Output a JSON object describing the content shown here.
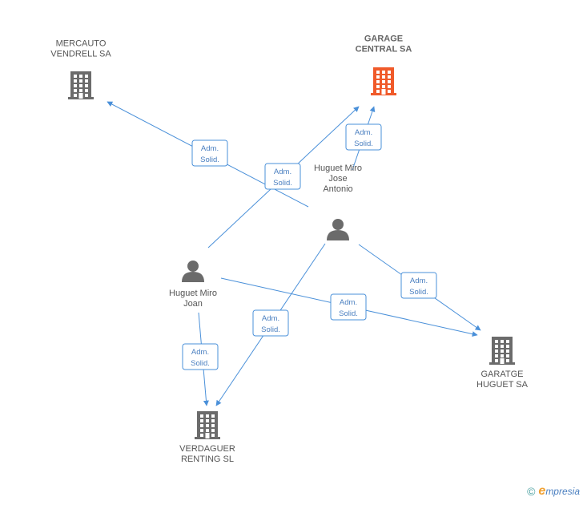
{
  "colors": {
    "edge": "#4a90d9",
    "company_default": "#6b6b6b",
    "company_highlight": "#f05a2a",
    "person": "#6b6b6b"
  },
  "companies": [
    {
      "id": "mercauto",
      "lines": [
        "MERCAUTO",
        "VENDRELL SA"
      ],
      "highlight": false,
      "icon": "building-icon"
    },
    {
      "id": "garage_central",
      "lines": [
        "GARAGE",
        "CENTRAL SA"
      ],
      "highlight": true,
      "icon": "building-icon"
    },
    {
      "id": "garatge_huguet",
      "lines": [
        "GARATGE",
        "HUGUET SA"
      ],
      "highlight": false,
      "icon": "building-icon"
    },
    {
      "id": "verdaguer",
      "lines": [
        "VERDAGUER",
        "RENTING SL"
      ],
      "highlight": false,
      "icon": "building-icon"
    }
  ],
  "persons": [
    {
      "id": "jose_antonio",
      "lines": [
        "Huguet Miro",
        "Jose",
        "Antonio"
      ],
      "icon": "person-icon"
    },
    {
      "id": "joan",
      "lines": [
        "Huguet Miro",
        "Joan"
      ],
      "icon": "person-icon"
    }
  ],
  "edges": [
    {
      "from": "jose_antonio",
      "to": "mercauto",
      "label": [
        "Adm.",
        "Solid."
      ]
    },
    {
      "from": "joan",
      "to": "garage_central",
      "label": [
        "Adm.",
        "Solid."
      ]
    },
    {
      "from": "jose_antonio",
      "to": "garage_central",
      "label": [
        "Adm.",
        "Solid."
      ]
    },
    {
      "from": "jose_antonio",
      "to": "garatge_huguet",
      "label": [
        "Adm.",
        "Solid."
      ]
    },
    {
      "from": "joan",
      "to": "garatge_huguet",
      "label": [
        "Adm.",
        "Solid."
      ]
    },
    {
      "from": "jose_antonio",
      "to": "verdaguer",
      "label": [
        "Adm.",
        "Solid."
      ]
    },
    {
      "from": "joan",
      "to": "verdaguer",
      "label": [
        "Adm.",
        "Solid."
      ]
    }
  ],
  "footer": {
    "copyright": "©",
    "brand_first": "e",
    "brand_rest": "mpresia"
  }
}
